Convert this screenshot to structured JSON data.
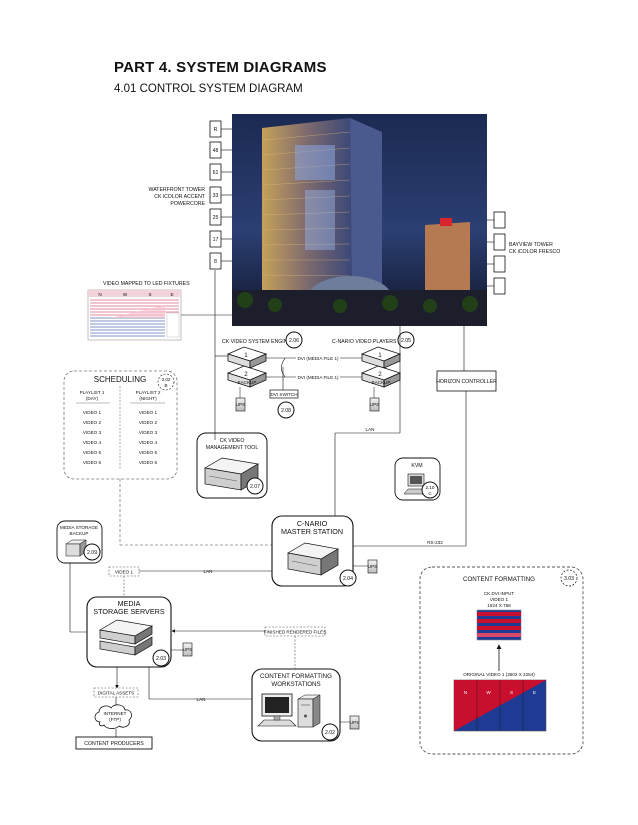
{
  "page": {
    "title": "PART 4.   SYSTEM DIAGRAMS",
    "subtitle": "4.01 CONTROL SYSTEM DIAGRAM"
  },
  "tower_left": {
    "labels": [
      "WATERFRONT TOWER",
      "CK iCOLOR ACCENT",
      "POWERCORE"
    ],
    "boxes": [
      "R",
      "48",
      "61",
      "33",
      "25",
      "17",
      "8"
    ]
  },
  "tower_right": {
    "labels": [
      "BAYVIEW TOWER",
      "CK iCOLOR FRESCO"
    ]
  },
  "video_mapped": {
    "title": "VIDEO MAPPED TO LED FIXTURES",
    "columns": [
      "N",
      "W",
      "S",
      "E"
    ]
  },
  "ck_engine": {
    "label": "CK VIDEO SYSTEM ENGINE",
    "badge": "2.06",
    "unit1": "1",
    "unit2": "2",
    "backup": "BACKUP"
  },
  "cnario_players": {
    "label": "C-NARIO VIDEO PLAYERS",
    "badge": "2.05",
    "unit1": "1",
    "unit2": "2",
    "backup": "BACKUP"
  },
  "dvi": {
    "link1": "DVI (MEDIA FILE 1)",
    "link2": "DVI (MEDIA FILE 1)",
    "switch": "DVI SWITCH",
    "switch_badge": "2.08"
  },
  "horizon": {
    "label": "HORIZON CONTROLLER"
  },
  "scheduling": {
    "title": "SCHEDULING",
    "badge_num": "3.02",
    "badge_letter": "B",
    "playlist1": {
      "name": "PLAYLIST 1",
      "sub": "(DAY)"
    },
    "playlist2": {
      "name": "PLAYLIST 2",
      "sub": "(NIGHT)"
    },
    "videos": [
      "VIDEO 1",
      "VIDEO 2",
      "VIDEO 3",
      "VIDEO 4",
      "VIDEO 5",
      "VIDEO 6"
    ]
  },
  "ck_tool": {
    "label1": "CK VIDEO",
    "label2": "MANAGEMENT TOOL",
    "badge": "2.07"
  },
  "kvm": {
    "label": "KVM",
    "badge_num": "2.10",
    "badge_letter": "C"
  },
  "master": {
    "label1": "C-NARIO",
    "label2": "MASTER STATION",
    "badge": "2.04"
  },
  "links": {
    "lan": "LAN",
    "rs232": "RS-232",
    "video1": "VIDEO 1"
  },
  "media_backup": {
    "label1": "MEDIA STORAGE",
    "label2": "BACKUP",
    "badge": "2.09"
  },
  "media_servers": {
    "label1": "MEDIA",
    "label2": "STORAGE SERVERS",
    "badge": "2.03"
  },
  "finished": {
    "label": "FINISHED RENDERED FILES"
  },
  "digital_assets": {
    "label": "DIGITAL ASSETS"
  },
  "internet": {
    "label1": "INTERNET",
    "label2": "(FTP)"
  },
  "producers": {
    "label": "CONTENT PRODUCERS"
  },
  "workstations": {
    "label1": "CONTENT FORMATTING",
    "label2": "WORKSTATIONS",
    "badge": "2.02"
  },
  "content_formatting": {
    "title": "CONTENT FORMATTING",
    "badge": "3.03",
    "input_label1": "CK DVI INPUT",
    "input_label2": "VIDEO 1",
    "input_label3": "1024 X 768",
    "original_label": "ORIGINAL VIDEO 1 (3602 X 2254)",
    "columns": [
      "N",
      "W",
      "S",
      "E"
    ]
  },
  "ups": "UPS",
  "colors": {
    "red": "#c8102e",
    "blue": "#1f3a93",
    "pink": "#f2a7b8"
  }
}
